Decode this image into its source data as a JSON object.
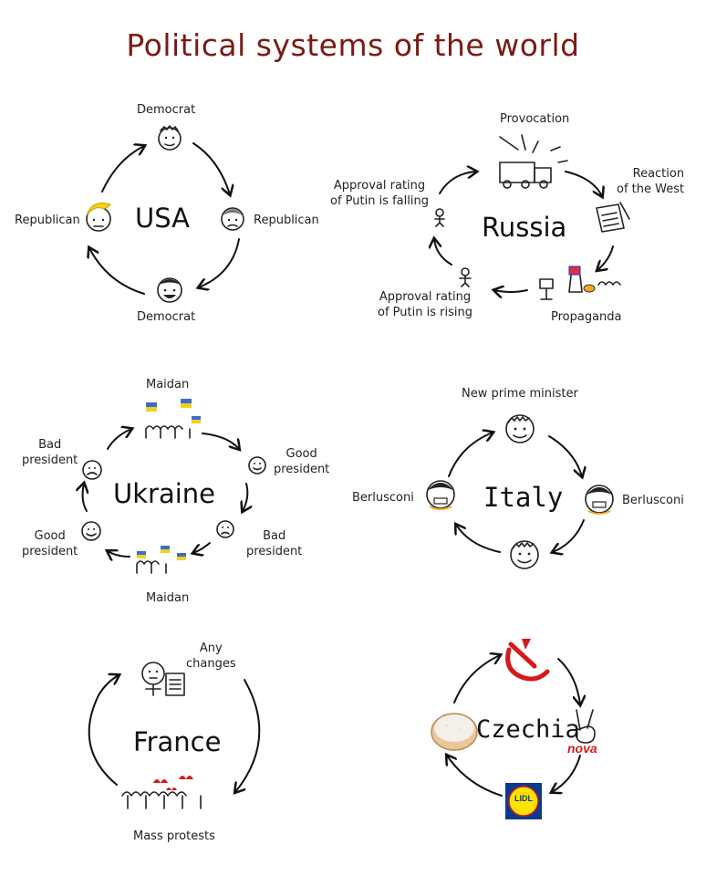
{
  "title": "Political systems of the world",
  "usa": {
    "name": "USA",
    "top": "Democrat",
    "right": "Republican",
    "bottom": "Democrat",
    "left": "Republican"
  },
  "russia": {
    "name": "Russia",
    "top": "Provocation",
    "right_line1": "Reaction",
    "right_line2": "of the West",
    "bottom_right": "Propaganda",
    "bottom_left_line1": "Approval rating",
    "bottom_left_line2": "of Putin is rising",
    "top_left_line1": "Approval rating",
    "top_left_line2": "of Putin is falling"
  },
  "ukraine": {
    "name": "Ukraine",
    "top": "Maidan",
    "right_line1": "Good",
    "right_line2": "president",
    "bottom_right_line1": "Bad",
    "bottom_right_line2": "president",
    "bottom": "Maidan",
    "bottom_left_line1": "Good",
    "bottom_left_line2": "president",
    "top_left_line1": "Bad",
    "top_left_line2": "president"
  },
  "italy": {
    "name": "Italy",
    "top": "New prime minister",
    "right": "Berlusconi",
    "left": "Berlusconi"
  },
  "france": {
    "name": "France",
    "top_line1": "Any",
    "top_line2": "changes",
    "bottom": "Mass protests"
  },
  "czechia": {
    "name": "Czechia",
    "nova_logo": "nova",
    "lidl_logo": "LIDL"
  },
  "colors": {
    "title": "#7a1a14",
    "blonde": "#f2d21b",
    "soviet_red": "#d61a1a",
    "ukraine_blue": "#3a6fc8",
    "ukraine_yellow": "#f3d11b",
    "lidl_blue": "#0b3a8c",
    "lidl_yellow": "#ffe300"
  }
}
